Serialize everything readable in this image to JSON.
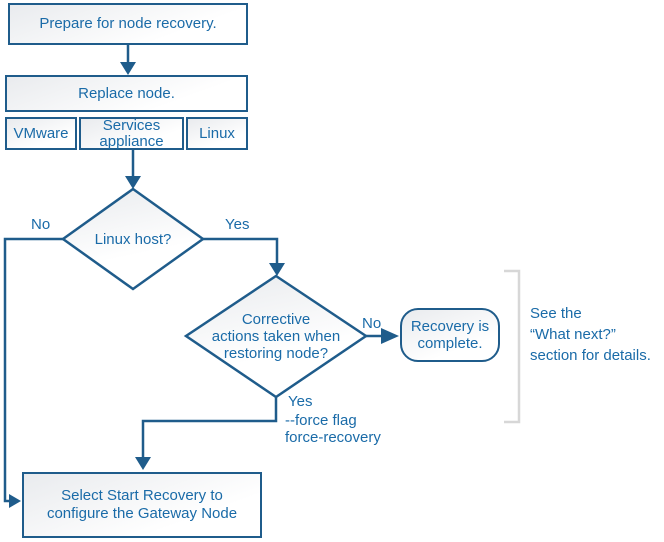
{
  "colors": {
    "line": "#1f5c8b",
    "text": "#1a6ba8",
    "bracket": "#d7d7d7"
  },
  "nodes": {
    "prepare": {
      "label": "Prepare for node recovery."
    },
    "replace": {
      "title": "Replace node.",
      "options": [
        "VMware",
        "Services appliance",
        "Linux"
      ]
    },
    "decision_linux_host": {
      "question": "Linux host?",
      "no_label": "No",
      "yes_label": "Yes"
    },
    "decision_corrective": {
      "line1": "Corrective",
      "line2": "actions taken when",
      "line3": "restoring node?",
      "no_label": "No",
      "yes_label": "Yes"
    },
    "force_note": {
      "line1": "--force flag",
      "line2": "force-recovery"
    },
    "recovery_complete": {
      "line1": "Recovery is",
      "line2": "complete."
    },
    "start_recovery": {
      "line1": "Select Start Recovery to",
      "line2": "configure the Gateway Node"
    },
    "side_note": {
      "line1": "See the",
      "line2": "“What next?”",
      "line3": "section for details."
    }
  }
}
